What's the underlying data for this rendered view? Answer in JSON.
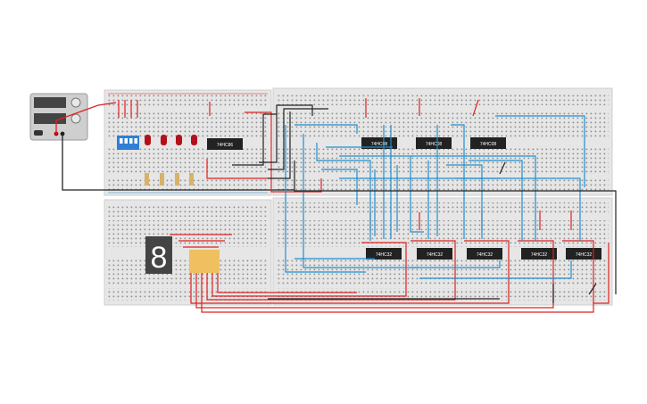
{
  "app": {
    "title": "",
    "background": "#ffffff"
  },
  "power_supply": {
    "icon": "power-supply-icon",
    "body_color": "#cfcfcf"
  },
  "breadboards": [
    {
      "name": "breadboard-top-left"
    },
    {
      "name": "breadboard-bottom-left"
    },
    {
      "name": "breadboard-top-right"
    },
    {
      "name": "breadboard-bottom-right"
    }
  ],
  "dip_switch": {
    "icon": "dip-switch-icon",
    "color": "#2f7fd6"
  },
  "leds": {
    "count": 4,
    "color": "#b3111a"
  },
  "resistors": {
    "count": 4
  },
  "seven_segment": {
    "digit": "8",
    "segment_color": "#ffffff",
    "body_color": "#444444"
  },
  "chips": [
    {
      "label": "74HC86"
    },
    {
      "label": "74HC08"
    },
    {
      "label": "74HC08"
    },
    {
      "label": "74HC08"
    },
    {
      "label": "74HC32"
    },
    {
      "label": "74HC32"
    },
    {
      "label": "74HC32"
    },
    {
      "label": "74HC32"
    },
    {
      "label": "74HC32"
    }
  ],
  "wire_colors": {
    "power": "#e02020",
    "signal": "#1f8fd0",
    "ground": "#222222"
  }
}
